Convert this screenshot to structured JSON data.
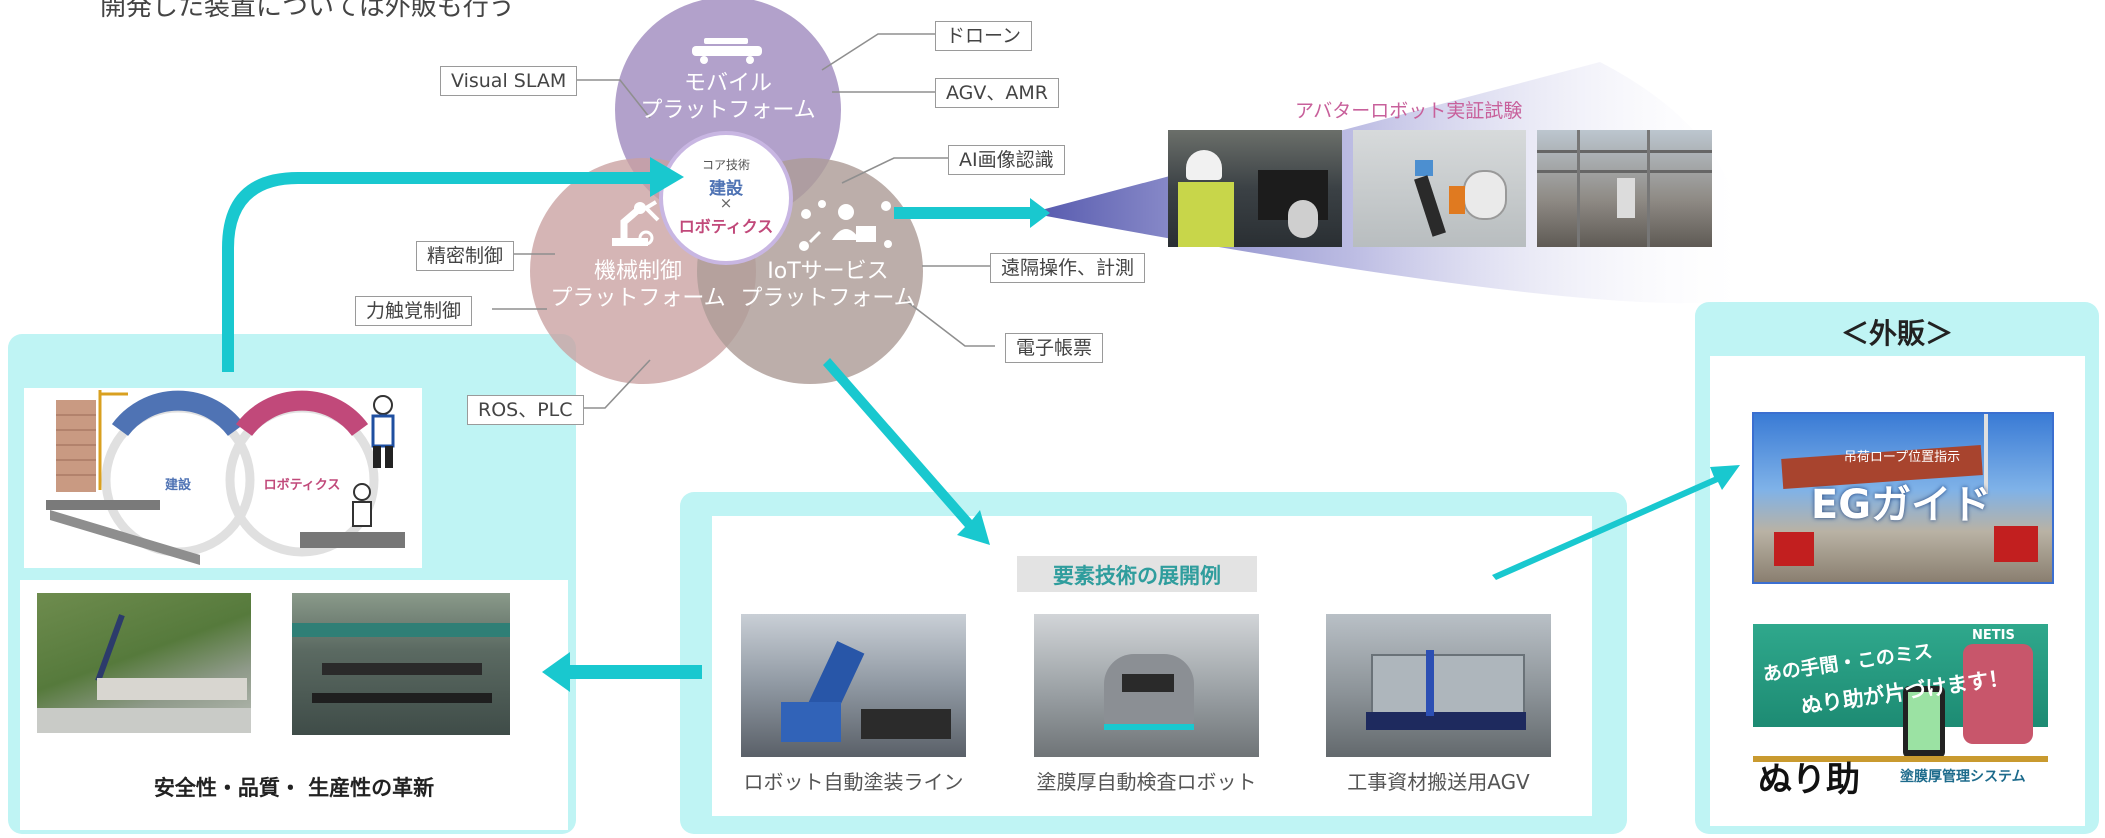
{
  "top_text": "開発した装置については外販も行う",
  "venn": {
    "mobile": {
      "line1": "モバイル",
      "line2": "プラットフォーム"
    },
    "mechanical": {
      "line1": "機械制御",
      "line2": "プラットフォーム"
    },
    "iot": {
      "line1": "IoTサービス",
      "line2": "プラットフォーム"
    },
    "core": {
      "small": "コア技術",
      "line1": "建設",
      "times": "×",
      "line2": "ロボティクス"
    }
  },
  "labels": {
    "drone": "ドローン",
    "agv_amr": "AGV、AMR",
    "visual_slam": "Visual SLAM",
    "ai_image": "AI画像認識",
    "precision": "精密制御",
    "force": "力触覚制御",
    "remote": "遠隔操作、計測",
    "eform": "電子帳票",
    "ros_plc": "ROS、PLC"
  },
  "avatar_title": "アバターロボット実証試験",
  "left_panel": {
    "construction": "建設",
    "robotics": "ロボティクス",
    "caption": "安全性・品質・ 生産性の革新"
  },
  "middle_panel": {
    "title": "要素技術の展開例",
    "items": [
      {
        "caption": "ロボット自動塗装ライン"
      },
      {
        "caption": "塗膜厚自動検査ロボット"
      },
      {
        "caption": "工事資材搬送用AGV"
      }
    ]
  },
  "right_panel": {
    "title": "＜外販＞",
    "eg_text": "EGガイド",
    "eg_subtitle": "吊荷ロープ位置指示",
    "nuri_top": "あの手間・このミス",
    "nuri_mid": "ぬり助が片づけます！",
    "nuri_logo": "ぬり助",
    "nuri_sub": "塗膜厚管理システム",
    "netis": "NETIS"
  },
  "colors": {
    "teal": "#19c8cf",
    "panel": "#bff4f4",
    "mobile": "#a491c2",
    "mechanical": "#c9a0a0",
    "iot": "#ad9c97",
    "construction_blue": "#4f73b4",
    "robotics_pink": "#c1497a"
  }
}
